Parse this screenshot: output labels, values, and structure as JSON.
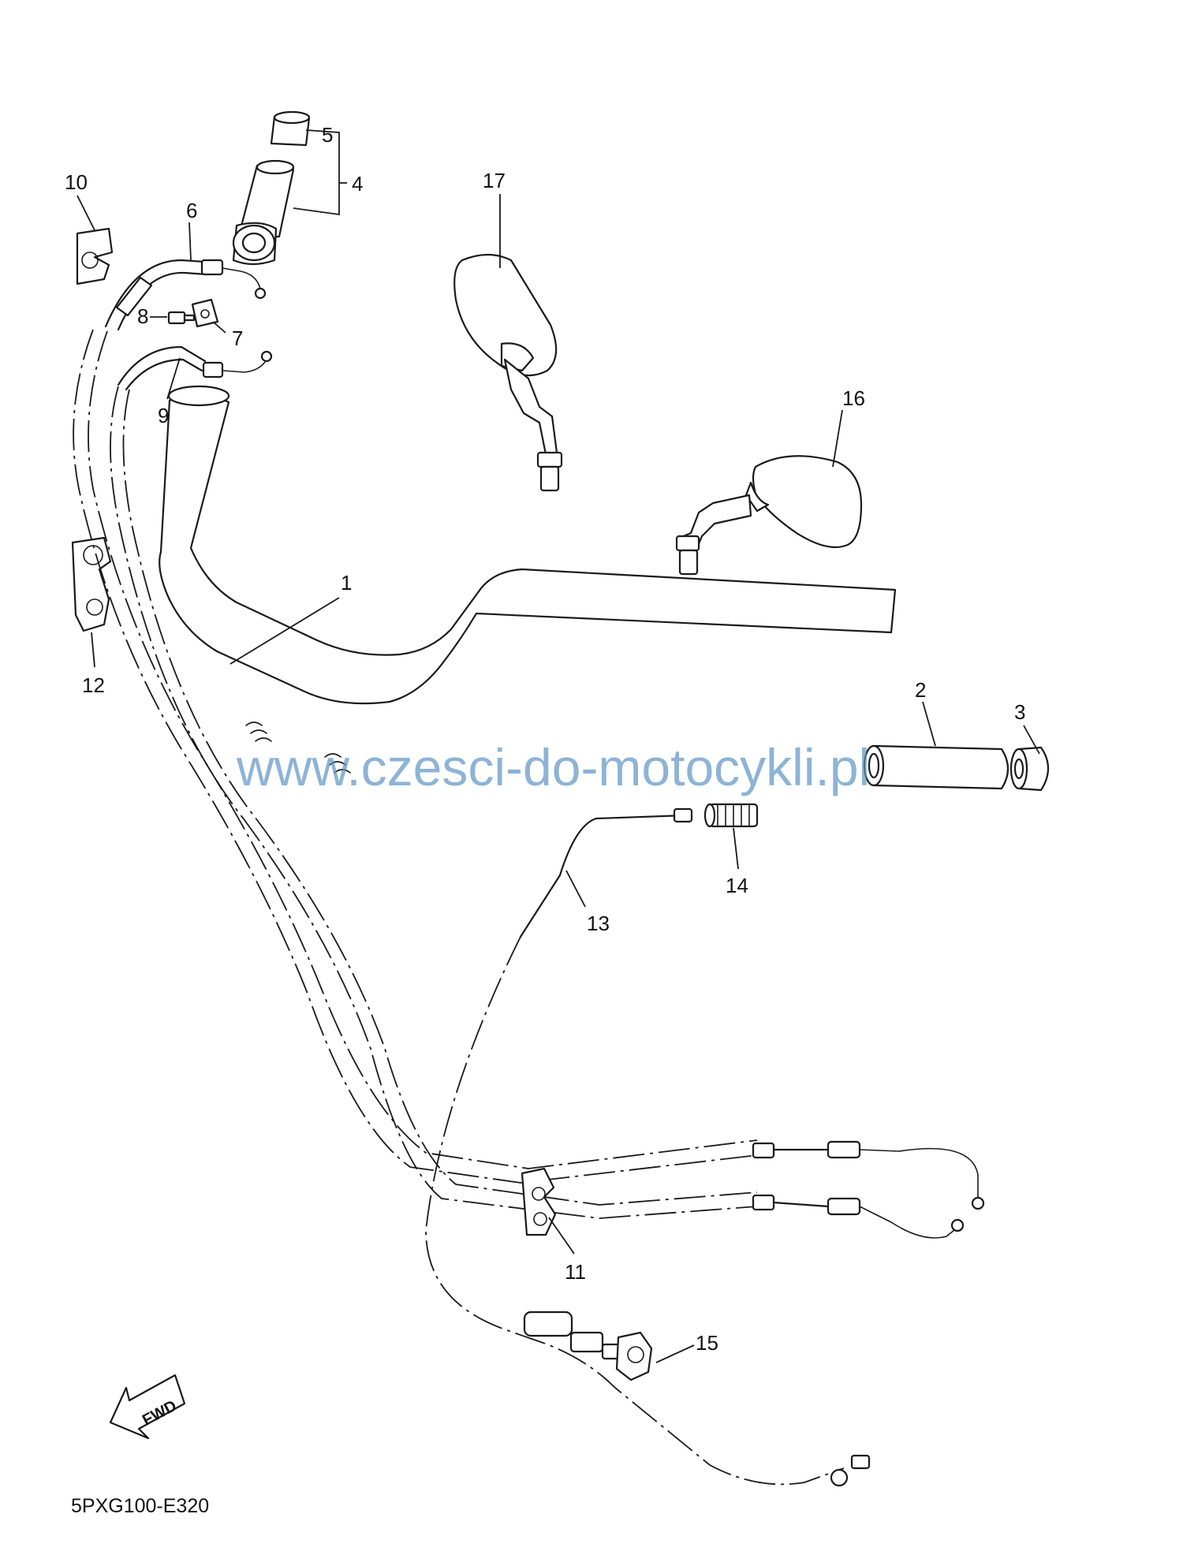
{
  "callouts": [
    {
      "id": "1",
      "label": "1"
    },
    {
      "id": "2",
      "label": "2"
    },
    {
      "id": "3",
      "label": "3"
    },
    {
      "id": "4",
      "label": "4"
    },
    {
      "id": "5",
      "label": "5"
    },
    {
      "id": "6",
      "label": "6"
    },
    {
      "id": "7",
      "label": "7"
    },
    {
      "id": "8",
      "label": "8"
    },
    {
      "id": "9",
      "label": "9"
    },
    {
      "id": "10",
      "label": "10"
    },
    {
      "id": "11",
      "label": "11"
    },
    {
      "id": "12",
      "label": "12"
    },
    {
      "id": "13",
      "label": "13"
    },
    {
      "id": "14",
      "label": "14"
    },
    {
      "id": "15",
      "label": "15"
    },
    {
      "id": "16",
      "label": "16"
    },
    {
      "id": "17",
      "label": "17"
    }
  ],
  "diagram_code": "5PXG100-E320",
  "fwd_label": "FWD",
  "watermark": "www.czesci-do-motocykli.pl"
}
